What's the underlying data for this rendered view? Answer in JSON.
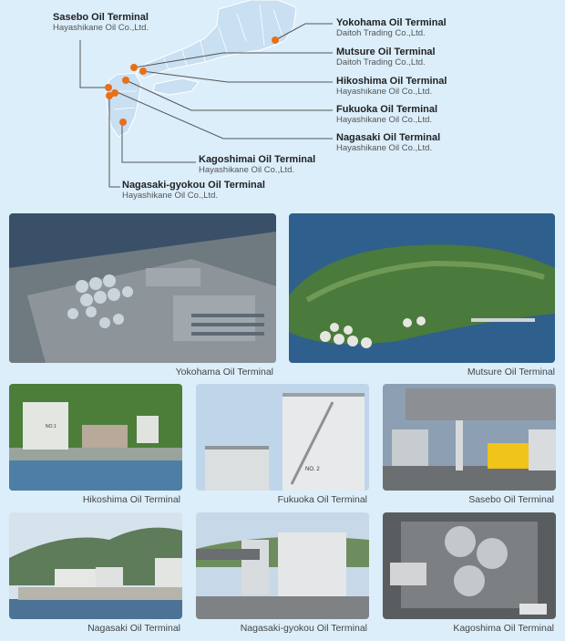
{
  "terminals": {
    "sasebo": {
      "name": "Sasebo Oil Terminal",
      "company": "Hayashikane Oil Co.,Ltd."
    },
    "yokohama": {
      "name": "Yokohama Oil Terminal",
      "company": "Daitoh Trading Co.,Ltd."
    },
    "mutsure": {
      "name": "Mutsure Oil Terminal",
      "company": "Daitoh Trading Co.,Ltd."
    },
    "hikoshima": {
      "name": "Hikoshima Oil Terminal",
      "company": "Hayashikane Oil Co.,Ltd."
    },
    "fukuoka": {
      "name": "Fukuoka Oil Terminal",
      "company": "Hayashikane Oil Co.,Ltd."
    },
    "nagasaki": {
      "name": "Nagasaki Oil Terminal",
      "company": "Hayashikane Oil Co.,Ltd."
    },
    "kagoshima": {
      "name": "Kagoshimai Oil Terminal",
      "company": "Hayashikane Oil Co.,Ltd."
    },
    "nagasaki_gyokou": {
      "name": "Nagasaki-gyokou Oil Terminal",
      "company": "Hayashikane Oil Co.,Ltd."
    }
  },
  "photos": {
    "yokohama": "Yokohama Oil Terminal",
    "mutsure": "Mutsure Oil Terminal",
    "hikoshima": "Hikoshima Oil Terminal",
    "fukuoka": "Fukuoka Oil Terminal",
    "sasebo": "Sasebo Oil Terminal",
    "nagasaki": "Nagasaki Oil Terminal",
    "nagasaki_gyokou": "Nagasaki-gyokou Oil Terminal",
    "kagoshima": "Kagoshima Oil Terminal"
  },
  "colors": {
    "background": "#dbeefa",
    "marker": "#e8701a",
    "land": "#c9dff2",
    "leader": "#555555"
  }
}
